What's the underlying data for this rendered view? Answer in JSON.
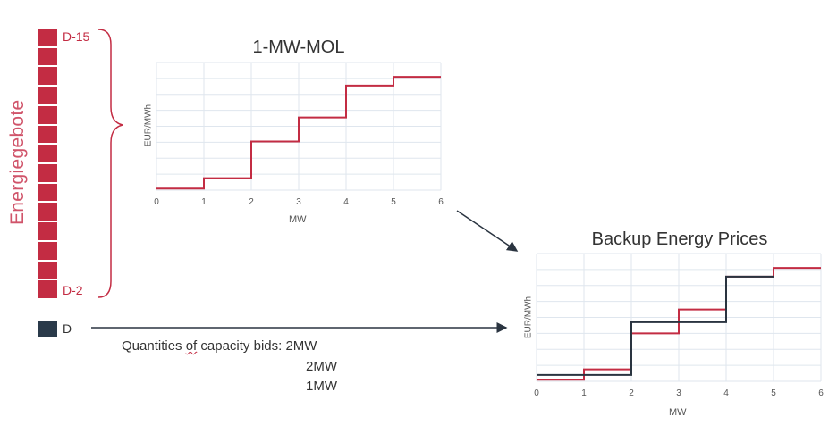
{
  "left_panel": {
    "vertical_label": "Energiegebote",
    "stack_count": 14,
    "top_label": "D-15",
    "bottom_label": "D-2",
    "day_label": "D",
    "colors": {
      "bid_square": "#c32c43",
      "day_square": "#2a3a4a"
    }
  },
  "quantities": {
    "prefix_a": "Quantities ",
    "prefix_b": "of",
    "prefix_c": " capacity bids: ",
    "values": [
      "2MW",
      "2MW",
      "1MW"
    ]
  },
  "chart_data": [
    {
      "type": "line",
      "title": "1-MW-MOL",
      "xlabel": "MW",
      "ylabel": "EUR/MWh",
      "x_ticks": [
        "0",
        "1",
        "2",
        "3",
        "4",
        "5",
        "6"
      ],
      "xlim": [
        0,
        6
      ],
      "ylim": [
        0,
        8
      ],
      "grid": true,
      "step": true,
      "series": [
        {
          "name": "MOL",
          "color": "#c32c43",
          "x": [
            0,
            1,
            2,
            3,
            4,
            5,
            6
          ],
          "values": [
            0.1,
            0.75,
            3.05,
            4.55,
            6.55,
            7.1
          ]
        }
      ]
    },
    {
      "type": "line",
      "title": "Backup Energy Prices",
      "xlabel": "MW",
      "ylabel": "EUR/MWh",
      "x_ticks": [
        "0",
        "1",
        "2",
        "3",
        "4",
        "5",
        "6"
      ],
      "xlim": [
        0,
        6
      ],
      "ylim": [
        0,
        8
      ],
      "grid": true,
      "step": true,
      "series": [
        {
          "name": "MOL",
          "color": "#c32c43",
          "x": [
            0,
            1,
            2,
            3,
            4,
            5,
            6
          ],
          "values": [
            0.1,
            0.75,
            3.0,
            4.5,
            6.55,
            7.1
          ]
        },
        {
          "name": "Backup",
          "color": "#2a3440",
          "x": [
            0,
            2,
            4,
            5
          ],
          "values": [
            0.4,
            3.7,
            6.55
          ]
        }
      ]
    }
  ]
}
